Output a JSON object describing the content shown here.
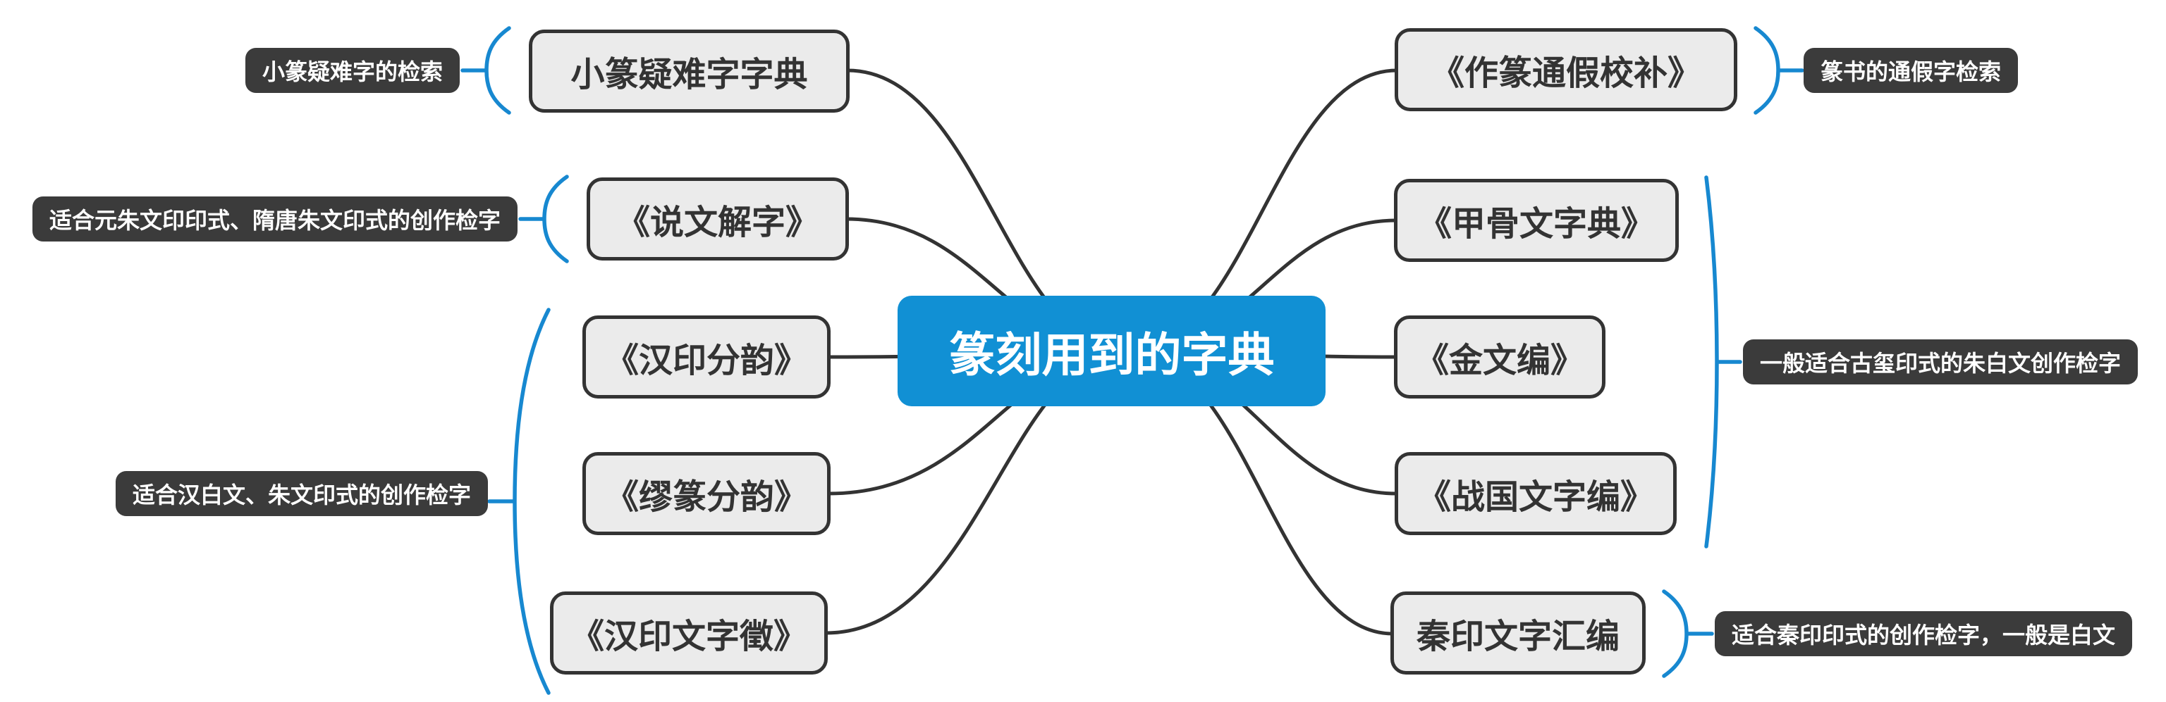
{
  "root": {
    "label": "篆刻用到的字典"
  },
  "left_nodes": [
    {
      "label": "小篆疑难字字典"
    },
    {
      "label": "《说文解字》"
    },
    {
      "label": "《汉印分韵》"
    },
    {
      "label": "《缪篆分韵》"
    },
    {
      "label": "《汉印文字徵》"
    }
  ],
  "right_nodes": [
    {
      "label": "《作篆通假校补》"
    },
    {
      "label": "《甲骨文字典》"
    },
    {
      "label": "《金文编》"
    },
    {
      "label": "《战国文字编》"
    },
    {
      "label": "秦印文字汇编"
    }
  ],
  "annotations": {
    "left_top": "小篆疑难字的检索",
    "left_shuowen": "适合元朱文印印式、隋唐朱文印式的创作检字",
    "left_group": "适合汉白文、朱文印式的创作检字",
    "right_top": "篆书的通假字检索",
    "right_group": "一般适合古玺印式的朱白文创作检字",
    "right_bottom": "适合秦印印式的创作检字，一般是白文"
  },
  "colors": {
    "accent": "#1190d4",
    "bracket": "#1788d0",
    "connector": "#333333",
    "node_fill": "#ebebeb",
    "node_border": "#333333",
    "node_text": "#333333",
    "callout_bg": "#3b3b3b",
    "callout_text": "#ffffff"
  }
}
